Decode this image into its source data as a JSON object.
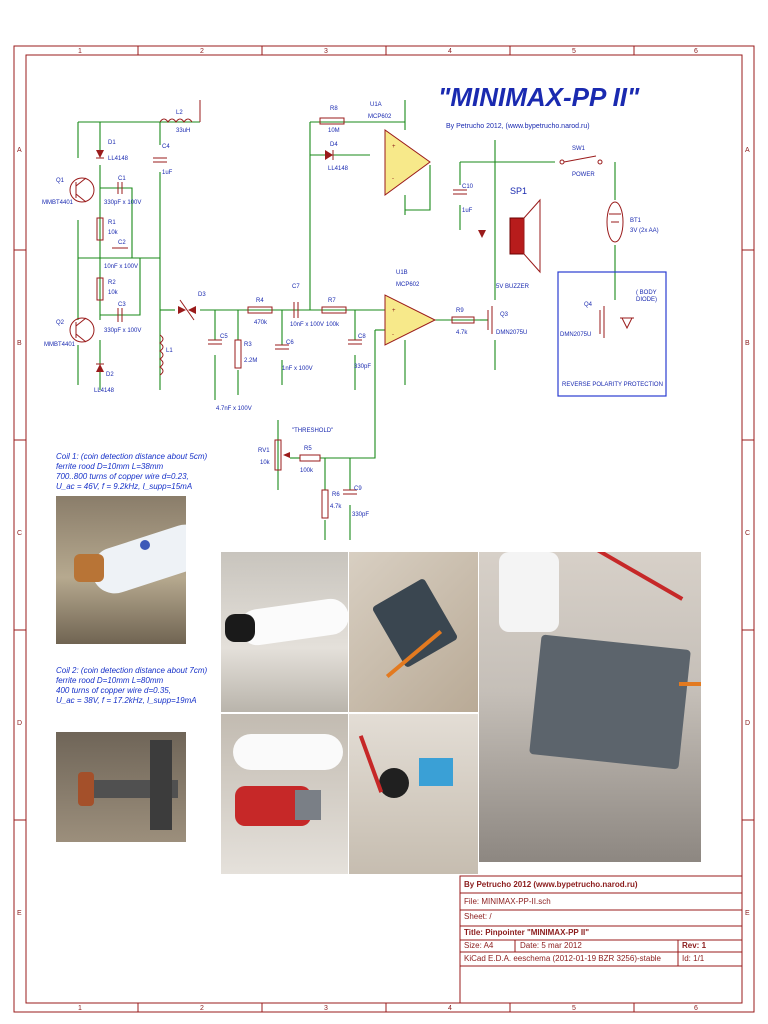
{
  "title": "\"MINIMAX-PP II\"",
  "byline": "By Petrucho 2012, (www.bypetrucho.narod.ru)",
  "border": {
    "top_numbers": [
      "1",
      "2",
      "3",
      "4",
      "5",
      "6"
    ],
    "side_letters": [
      "A",
      "B",
      "C",
      "D",
      "E"
    ]
  },
  "labels": {
    "threshold": "\"THRESHOLD\"",
    "power": "POWER",
    "buzzer": "5V BUZZER",
    "rev_protect": "REVERSE POLARITY PROTECTION",
    "body_diode": "( BODY\nDIODE)"
  },
  "components": {
    "q1": "Q1",
    "q1_part": "MMBT4401",
    "q2": "Q2",
    "q2_part": "MMBT4401",
    "u1a": "U1A",
    "u1a_part": "MCP602",
    "u1b": "U1B",
    "u1b_part": "MCP602",
    "r8": "R8",
    "r8_val": "10M",
    "d4": "D4",
    "d4_val": "LL4148",
    "d1": "D1",
    "d1_val": "LL4148",
    "d2": "D2",
    "d2_val": "LL4148",
    "l2": "L2",
    "l2_val": "33uH",
    "c4": "C4",
    "c4_val": "1uF",
    "c1": "C1",
    "c1_val": "330pF x 100V",
    "r1": "R1",
    "r1_val": "10k",
    "c2": "C2",
    "c2_val": "10nF x 100V",
    "r2": "R2",
    "r2_val": "10k",
    "c3": "C3",
    "c3_val": "330pF x 100V",
    "l1": "L1",
    "d3": "D3",
    "r4": "R4",
    "r4_val": "470k",
    "c7": "C7",
    "c7_val": "10nF x 100V",
    "r7": "R7",
    "r7_val": "100k",
    "c5": "C5",
    "c5_val": "4.7nF x 100V",
    "r3": "R3",
    "r3_val": "2.2M",
    "c6": "C6",
    "c6_val": "1nF x 100V",
    "c8": "C8",
    "c8_val": "330pF",
    "r9": "R9",
    "r9_val": "4.7k",
    "q3": "Q3",
    "q3_part": "DMN2075U",
    "q4": "Q4",
    "q4_part": "DMN2075U",
    "c10": "C10",
    "c10_val": "1uF",
    "sp1": "SP1",
    "sw1": "SW1",
    "bt1": "BT1",
    "bt1_val": "3V (2x AA)",
    "rv1": "RV1",
    "rv1_val": "10k",
    "r5": "R5",
    "r5_val": "100k",
    "r6": "R6",
    "r6_val": "4.7k",
    "c9": "C9",
    "c9_val": "330pF"
  },
  "notes": {
    "coil1": "Coil 1: (coin detection distance about 5cm)\nferrite rood D=10mm L=38mm\n700..800 turns of copper wire d=0.23,\nU_ac = 46V, f = 9.2kHz, I_supp=15mA",
    "coil2": "Coil 2: (coin detection distance about 7cm)\nferrite rood D=10mm L=80mm\n400 turns of copper wire d=0.35,\nU_ac = 38V, f = 17.2kHz, I_supp=19mA"
  },
  "titleblock": {
    "author": "By Petrucho 2012 (www.bypetrucho.narod.ru)",
    "file": "File: MINIMAX-PP-II.sch",
    "sheet": "Sheet: /",
    "title": "Title: Pinpointer \"MINIMAX-PP II\"",
    "size": "Size: A4",
    "date": "Date: 5 mar 2012",
    "rev": "Rev: 1",
    "kicad": "KiCad E.D.A.  eeschema (2012-01-19 BZR 3256)-stable",
    "id": "Id: 1/1"
  }
}
